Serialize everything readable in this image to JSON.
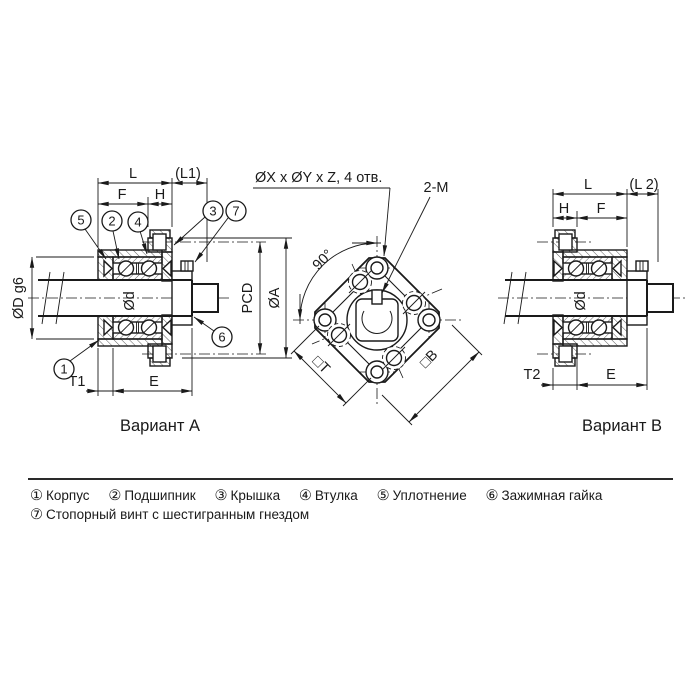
{
  "variant_a": {
    "title": "Вариант A",
    "dim_L": "L",
    "dim_L1": "(L1)",
    "dim_F": "F",
    "dim_H": "H",
    "dim_T1": "T1",
    "dim_E": "E",
    "dim_D": "ØD g6",
    "dim_d": "Ød",
    "dim_PCD": "PCD",
    "dim_A": "ØA",
    "callouts": {
      "c1": "1",
      "c2": "2",
      "c3": "3",
      "c4": "4",
      "c5": "5",
      "c6": "6",
      "c7": "7"
    }
  },
  "front_view": {
    "holes_note": "ØX x ØY x Z, 4 отв.",
    "thread_note": "2-M",
    "angle": "90°",
    "dim_T": "□T",
    "dim_B": "□B"
  },
  "variant_b": {
    "title": "Вариант B",
    "dim_L": "L",
    "dim_L2": "(L 2)",
    "dim_H": "H",
    "dim_F": "F",
    "dim_T2": "T2",
    "dim_E": "E",
    "dim_d": "Ød"
  },
  "legend": {
    "items": [
      {
        "num": "①",
        "label": "Корпус"
      },
      {
        "num": "②",
        "label": "Подшипник"
      },
      {
        "num": "③",
        "label": "Крышка"
      },
      {
        "num": "④",
        "label": "Втулка"
      },
      {
        "num": "⑤",
        "label": "Уплотнение"
      },
      {
        "num": "⑥",
        "label": "Зажимная гайка"
      }
    ],
    "row2": {
      "num": "⑦",
      "label": "Стопорный винт с шестигранным гнездом"
    }
  },
  "colors": {
    "line": "#1a1a1a",
    "background": "#ffffff"
  }
}
